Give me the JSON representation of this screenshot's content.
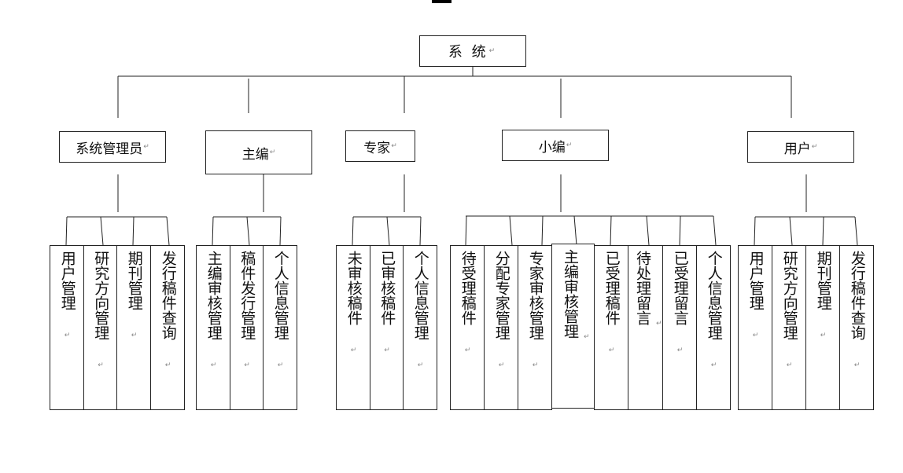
{
  "root": {
    "label": "系 统"
  },
  "roles": [
    {
      "id": "admin",
      "label": "系统管理员",
      "children": [
        "用户管理",
        "研究方向管理",
        "期刊管理",
        "发行稿件查询"
      ]
    },
    {
      "id": "chief",
      "label": "主编",
      "children": [
        "主编审核管理",
        "稿件发行管理",
        "个人信息管理"
      ]
    },
    {
      "id": "expert",
      "label": "专家",
      "children": [
        "未审核稿件",
        "已审核稿件",
        "个人信息管理"
      ]
    },
    {
      "id": "editor",
      "label": "小编",
      "children": [
        "待受理稿件",
        "分配专家管理",
        "专家审核管理",
        "主编审核管理",
        "已受理稿件",
        "待处理留言",
        "已受理留言",
        "个人信息管理"
      ]
    },
    {
      "id": "user",
      "label": "用户",
      "children": [
        "用户管理",
        "研究方向管理",
        "期刊管理",
        "发行稿件查询"
      ]
    }
  ],
  "paragraph_mark": "↵"
}
